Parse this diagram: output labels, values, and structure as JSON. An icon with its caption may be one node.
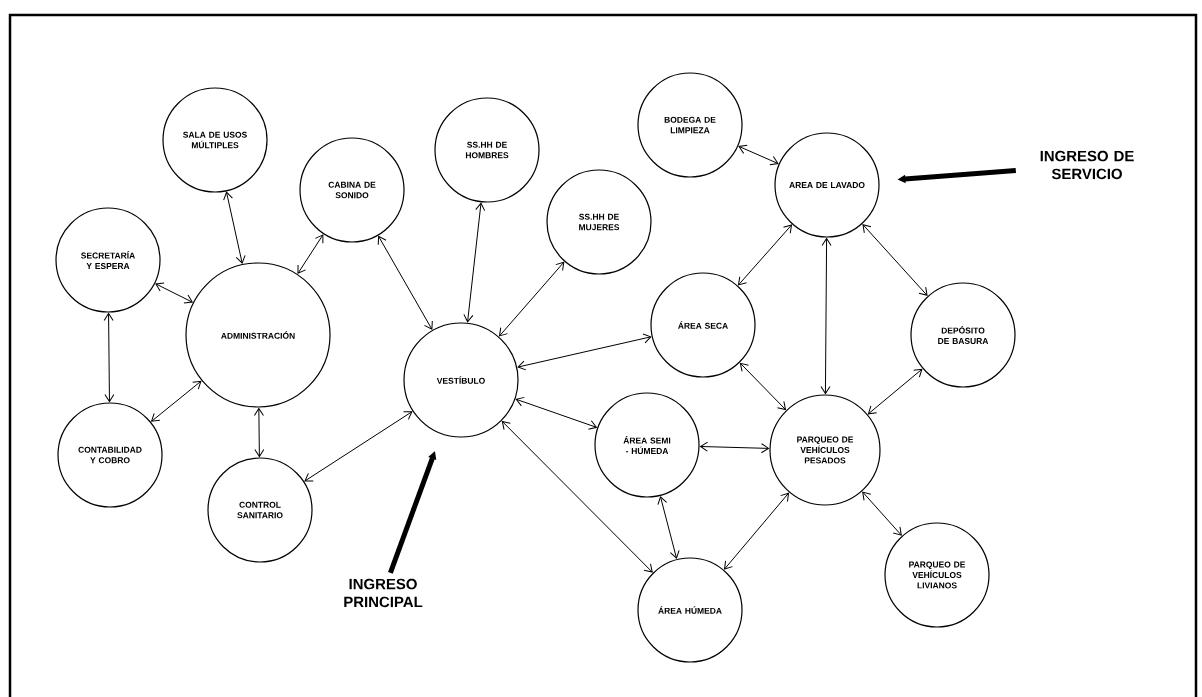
{
  "diagram": {
    "nodes": [
      {
        "text": [
          "SALA DE USOS MÚLTIPLES"
        ]
      },
      {
        "text": [
          "BODEGA DE LIMPIEZA"
        ]
      },
      {
        "text": [
          "SS.HH DE HOMBRES"
        ]
      },
      {
        "text": [
          "CABINA DE SONIDO"
        ]
      },
      {
        "text": [
          "AREA DE LAVADO"
        ]
      },
      {
        "text": [
          "SS.HH DE MUJERES"
        ]
      },
      {
        "text": [
          "SECRETARÍA Y ESPERA"
        ]
      },
      {
        "text": [
          "ADMINISTRACIÓN"
        ]
      },
      {
        "text": [
          "ÁREA SECA"
        ]
      },
      {
        "text": [
          "DEPÓSITO DE BASURA"
        ]
      },
      {
        "text": [
          "VESTÍBULO"
        ]
      },
      {
        "text": [
          "CONTABILIDAD Y COBRO"
        ]
      },
      {
        "text": [
          "ÁREA SEMI - HÚMEDA"
        ]
      },
      {
        "text": [
          "PARQUEO DE VEHÍCULOS PESADOS"
        ]
      },
      {
        "text": [
          "CONTROL SANITARIO"
        ]
      },
      {
        "text": [
          "PARQUEO DE VEHÍCULOS LIVIANOS"
        ]
      },
      {
        "text": [
          "ÁREA HÚMEDA"
        ]
      },
      {
        "text": [
          "INGRESO DE SERVICIO"
        ]
      },
      {
        "text": [
          "INGRESO PRINCIPAL"
        ]
      }
    ],
    "edges": [
      {
        "from": 0,
        "to": 7,
        "arrow": "both"
      },
      {
        "from": 6,
        "to": 7,
        "arrow": "both"
      },
      {
        "from": 3,
        "to": 7,
        "arrow": "both"
      },
      {
        "from": 6,
        "to": 11,
        "arrow": "both"
      },
      {
        "from": 7,
        "to": 11,
        "arrow": "both"
      },
      {
        "from": 7,
        "to": 14,
        "arrow": "both"
      },
      {
        "from": 3,
        "to": 10,
        "arrow": "both"
      },
      {
        "from": 2,
        "to": 10,
        "arrow": "both"
      },
      {
        "from": 5,
        "to": 10,
        "arrow": "both"
      },
      {
        "from": 14,
        "to": 10,
        "arrow": "both"
      },
      {
        "from": 10,
        "to": 8,
        "arrow": "both"
      },
      {
        "from": 10,
        "to": 12,
        "arrow": "both"
      },
      {
        "from": 10,
        "to": 16,
        "arrow": "both"
      },
      {
        "from": 1,
        "to": 4,
        "arrow": "both"
      },
      {
        "from": 4,
        "to": 8,
        "arrow": "both"
      },
      {
        "from": 4,
        "to": 9,
        "arrow": "both"
      },
      {
        "from": 4,
        "to": 13,
        "arrow": "both"
      },
      {
        "from": 8,
        "to": 13,
        "arrow": "both"
      },
      {
        "from": 9,
        "to": 13,
        "arrow": "both"
      },
      {
        "from": 12,
        "to": 13,
        "arrow": "both"
      },
      {
        "from": 12,
        "to": 16,
        "arrow": "both"
      },
      {
        "from": 13,
        "to": 16,
        "arrow": "both"
      },
      {
        "from": 13,
        "to": 15,
        "arrow": "both"
      },
      {
        "from": 17,
        "to": 4,
        "arrow": "to",
        "style": "thick"
      },
      {
        "from": 18,
        "to": 10,
        "arrow": "to",
        "style": "thick"
      }
    ]
  }
}
